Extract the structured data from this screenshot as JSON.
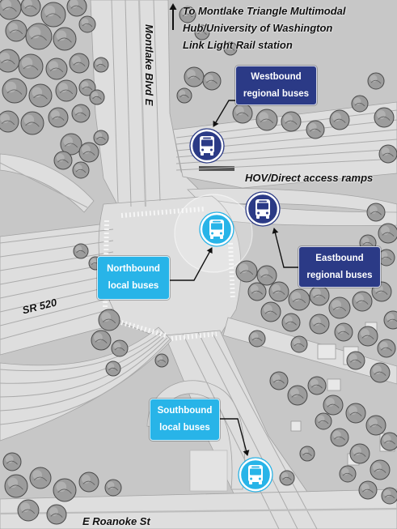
{
  "note": {
    "arrow_icon": "arrow-up-icon",
    "line1": "To Montlake Triangle Multimodal",
    "line2": "Hub/University of Washington",
    "line3": "Link Light Rail station"
  },
  "streets": {
    "montlake": "Montlake Blvd E",
    "hov_ramps": "HOV/Direct access ramps",
    "sr520": "SR 520",
    "roanoke": "E Roanoke St"
  },
  "stops": {
    "westbound": {
      "line1": "Westbound",
      "line2": "regional buses",
      "icon": "bus-icon"
    },
    "eastbound": {
      "line1": "Eastbound",
      "line2": "regional buses",
      "icon": "bus-icon"
    },
    "northbound": {
      "line1": "Northbound",
      "line2": "local buses",
      "icon": "bus-icon"
    },
    "southbound": {
      "line1": "Southbound",
      "line2": "local buses",
      "icon": "bus-icon"
    }
  },
  "colors": {
    "regional": "#2b3a86",
    "local": "#28b4e8",
    "ground": "#c7c7c7",
    "road": "#dedede",
    "tree": "#9c9c9c"
  }
}
